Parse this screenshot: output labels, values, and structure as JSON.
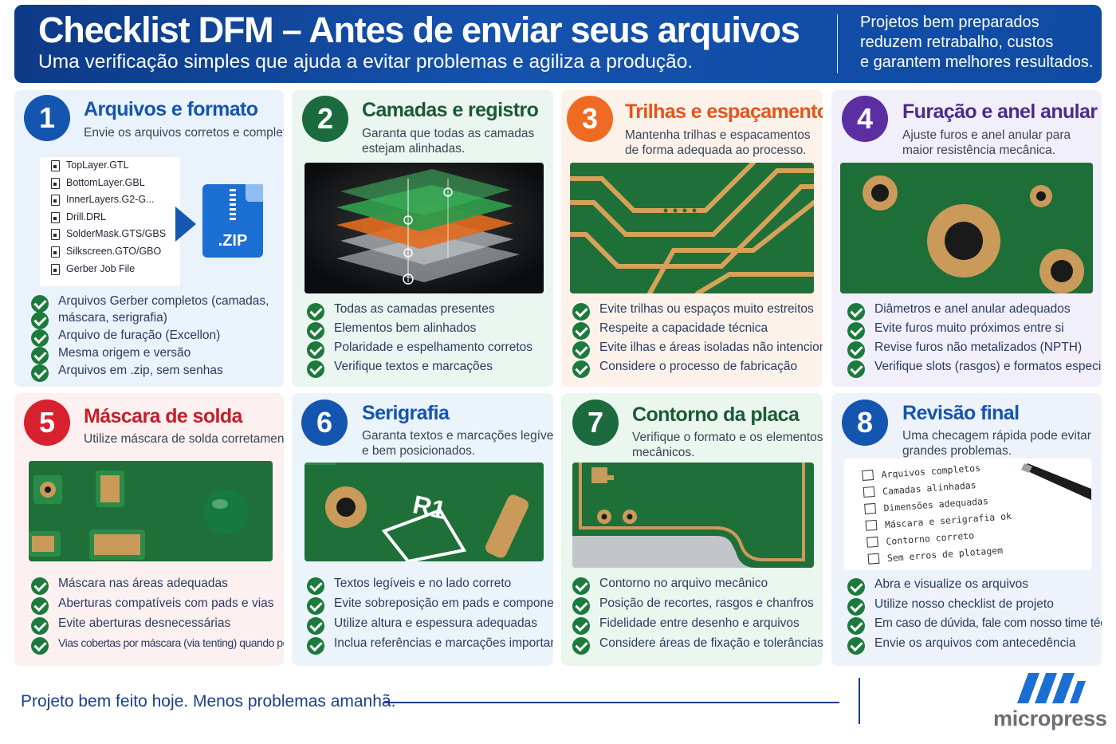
{
  "header": {
    "title": "Checklist DFM – Antes de enviar seus arquivos",
    "subtitle": "Uma verificação simples que ajuda a evitar problemas e agiliza a produção.",
    "right_lines": [
      "Projetos bem preparados",
      "reduzem retrabalho, custos",
      "e garantem melhores resultados."
    ]
  },
  "colors": {
    "blue": "#1455b0",
    "green": "#1b6b3f",
    "orange": "#ef6a22",
    "purple": "#5b2fa2",
    "red": "#d8212e",
    "check": "#1b7a3c"
  },
  "cards": [
    {
      "number": "1",
      "title": "Arquivos e formato",
      "desc": [
        "Envie os arquivos corretos e completos."
      ],
      "files": [
        "TopLayer.GTL",
        "BottomLayer.GBL",
        "InnerLayers.G2-G...",
        "Drill.DRL",
        "SolderMask.GTS/GBS",
        "Silkscreen.GTO/GBO",
        "Gerber Job File"
      ],
      "zip_label": ".ZIP",
      "checks": [
        "Arquivos Gerber completos (camadas,",
        "máscara, serigrafia)",
        "Arquivo de furação (Excellon)",
        "Mesma origem e versão",
        "Arquivos em .zip, sem senhas"
      ]
    },
    {
      "number": "2",
      "title": "Camadas e registro",
      "desc": [
        "Garanta que todas as camadas",
        "estejam alinhadas."
      ],
      "checks": [
        "Todas as camadas presentes",
        "Elementos bem alinhados",
        "Polaridade e espelhamento corretos",
        "Verifique textos e marcações"
      ]
    },
    {
      "number": "3",
      "title": "Trilhas e espaçamentos",
      "desc": [
        "Mantenha trilhas e espacamentos",
        "de forma adequada ao processo."
      ],
      "checks": [
        "Evite trilhas ou espaços muito estreitos",
        "Respeite a capacidade técnica",
        "Evite ilhas e áreas isoladas não intencionais",
        "Considere o processo de fabricação"
      ]
    },
    {
      "number": "4",
      "title": "Furação e anel anular",
      "desc": [
        "Ajuste furos e anel anular para",
        "maior resistência mecânica."
      ],
      "checks": [
        "Diâmetros e anel anular adequados",
        "Evite furos muito próximos entre si",
        "Revise furos não metalizados (NPTH)",
        "Verifique slots (rasgos) e formatos especiais"
      ]
    },
    {
      "number": "5",
      "title": "Máscara de solda",
      "desc": [
        "Utilize máscara de solda corretamente."
      ],
      "checks": [
        "Máscara nas áreas adequadas",
        "Aberturas compatíveis com pads e vias",
        "Evite aberturas desnecessárias",
        "Vias cobertas por máscara (via tenting) quando possível"
      ]
    },
    {
      "number": "6",
      "title": "Serigrafia",
      "desc": [
        "Garanta textos e marcações legíveis",
        "e bem posicionados."
      ],
      "silk_label": "R1",
      "checks": [
        "Textos legíveis e no lado correto",
        "Evite sobreposição em pads e componentes",
        "Utilize altura e espessura adequadas",
        "Inclua referências e marcações importantes"
      ]
    },
    {
      "number": "7",
      "title": "Contorno da placa",
      "desc": [
        "Verifique o formato e os elementos",
        "mecânicos."
      ],
      "checks": [
        "Contorno no arquivo mecânico",
        "Posição de recortes, rasgos e chanfros",
        "Fidelidade entre desenho e arquivos",
        "Considere áreas de fixação e tolerâncias"
      ]
    },
    {
      "number": "8",
      "title": "Revisão final",
      "desc": [
        "Uma checagem rápida pode evitar",
        "grandes problemas."
      ],
      "paper": [
        "Arquivos completos",
        "Camadas alinhadas",
        "Dimensões adequadas",
        "Máscara e serigrafia ok",
        "Contorno correto",
        "Sem erros de plotagem"
      ],
      "checks": [
        "Abra e visualize os arquivos",
        "Utilize nosso checklist de projeto",
        "Em caso de dúvida, fale com nosso time técnico",
        "Envie os arquivos com antecedência"
      ]
    }
  ],
  "footer": {
    "tagline": "Projeto bem feito hoje. Menos problemas amanhã.",
    "logo_text": "micropress"
  }
}
